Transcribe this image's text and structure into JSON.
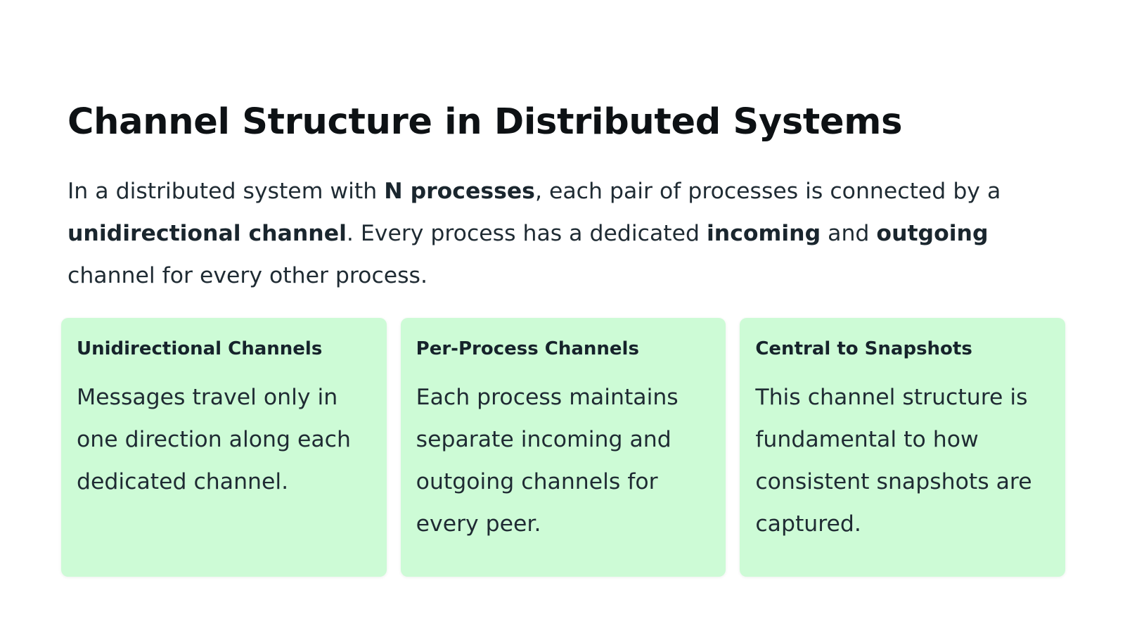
{
  "slide": {
    "title": "Channel Structure in Distributed Systems",
    "intro": {
      "part1": "In a distributed system with ",
      "bold1": "N processes",
      "part2": ", each pair of processes is connected by a ",
      "bold2": "unidirectional channel",
      "part3": ". Every process has a dedicated ",
      "bold3": "incoming",
      "part4": " and ",
      "bold4": "outgoing",
      "part5": " channel for every other process."
    },
    "cards": [
      {
        "title": "Unidirectional Channels",
        "body": "Messages travel only in one direction along each dedicated channel."
      },
      {
        "title": "Per-Process Channels",
        "body": "Each process maintains separate incoming and outgoing channels for every peer."
      },
      {
        "title": "Central to Snapshots",
        "body": "This channel structure is fundamental to how consistent snapshots are captured."
      }
    ]
  },
  "colors": {
    "card_background": "#cdfbd6",
    "title_text": "#0d1114",
    "body_text": "#1f2b33"
  }
}
